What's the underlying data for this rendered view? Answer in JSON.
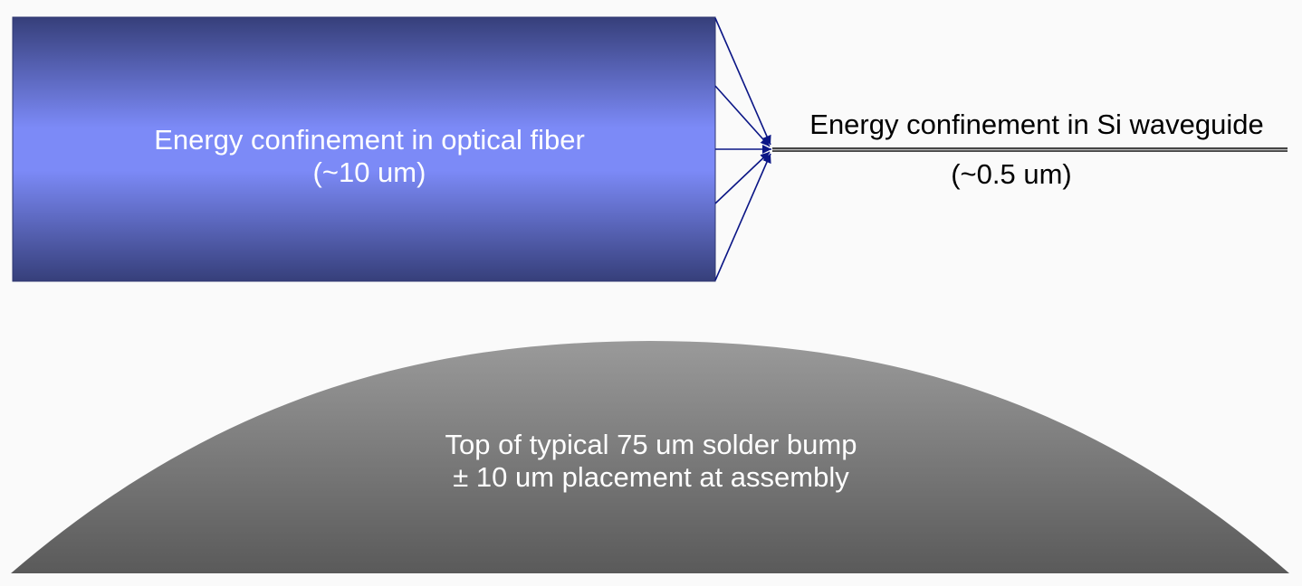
{
  "fiber": {
    "label_line1": "Energy confinement in optical fiber",
    "label_line2": "(~10 um)",
    "colors": {
      "edge": "#363f7a",
      "center": "#7c8af7"
    }
  },
  "waveguide": {
    "label_line1": "Energy confinement in Si waveguide",
    "label_line2": "(~0.5 um)",
    "color": "#444444"
  },
  "arrows": {
    "color": "#0b1686",
    "count": 5
  },
  "bump": {
    "label_line1": "Top of typical 75 um solder bump",
    "label_line2": "± 10 um placement at assembly",
    "colors": {
      "top": "#9a9a9a",
      "bottom": "#5a5a5a"
    }
  }
}
